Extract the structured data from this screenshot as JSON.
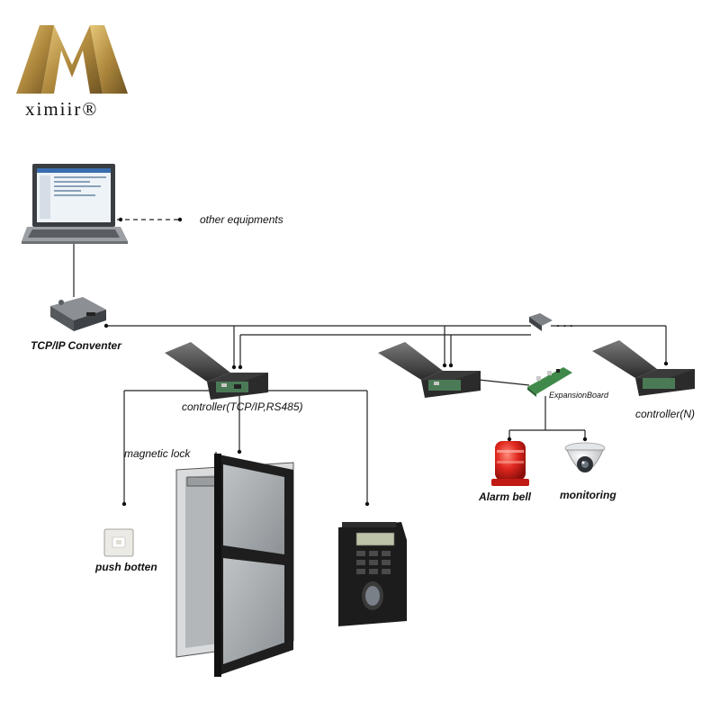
{
  "brand": {
    "name": "ximiir®",
    "gold": "#b08a3e"
  },
  "labels": {
    "other_equipments": "other equipments",
    "tcpip_converter": "TCP/IP Conventer",
    "controller_main": "controller(TCP/IP,RS485)",
    "controller_n": "controller(N)",
    "expansion_board": "ExpansionBoard",
    "magnetic_lock": "magnetic lock",
    "push_button": "push botten",
    "alarm_bell": "Alarm bell",
    "monitoring": "monitoring",
    "ellipsis": "· · ·"
  },
  "colors": {
    "wire": "#222222",
    "alarm_red": "#d8231f",
    "device_black": "#1c1c1c",
    "pcb_green": "#3f8a4a"
  }
}
